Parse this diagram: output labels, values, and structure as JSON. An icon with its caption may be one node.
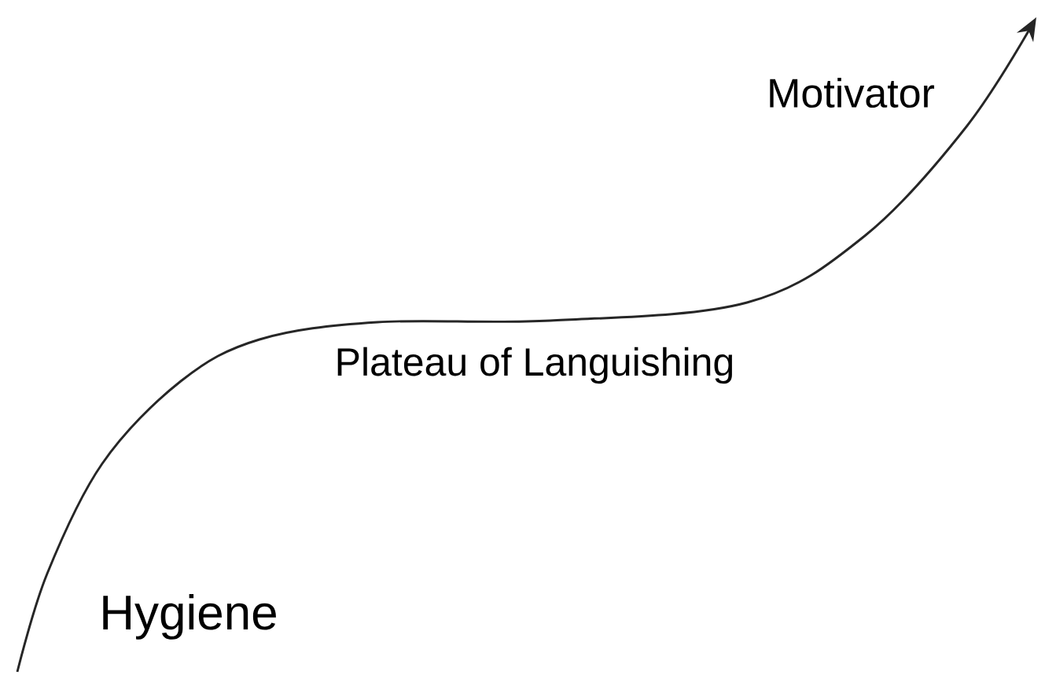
{
  "diagram": {
    "labels": [
      "Motivator",
      "Plateau of Languishing",
      "Hygiene"
    ]
  }
}
